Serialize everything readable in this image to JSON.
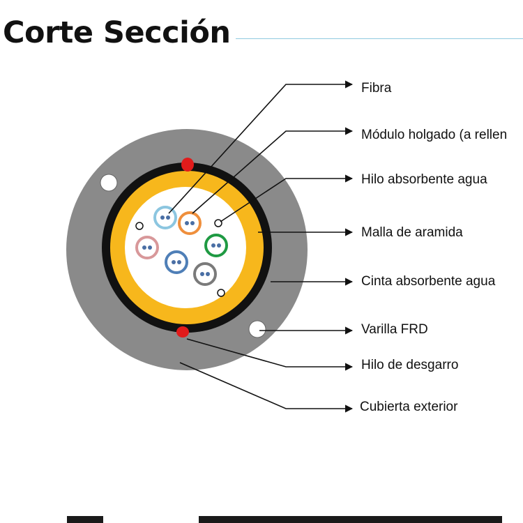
{
  "title": "Corte Sección",
  "labels": {
    "fibra": "Fibra",
    "modulo": "Módulo holgado (a rellen",
    "hilo_absorbente": "Hilo absorbente agua",
    "malla": "Malla de aramida",
    "cinta": "Cinta absorbente agua",
    "varilla": "Varilla FRD",
    "hilo_desgarro": "Hilo de desgarro",
    "cubierta": "Cubierta exterior"
  },
  "colors": {
    "sheath": "#8a8a8a",
    "tape": "#111111",
    "aramid": "#f7b71c",
    "core": "#ffffff",
    "ripcord": "#e11b1b",
    "tube_light_blue": "#8cc6e0",
    "tube_orange": "#ef8f3c",
    "tube_green": "#1f9a43",
    "tube_pink": "#d8989a",
    "tube_blue": "#4f7fb7",
    "tube_gray": "#7a7a7a",
    "fiber": "#4a6fa5",
    "title_rule": "#8fc9e0"
  }
}
